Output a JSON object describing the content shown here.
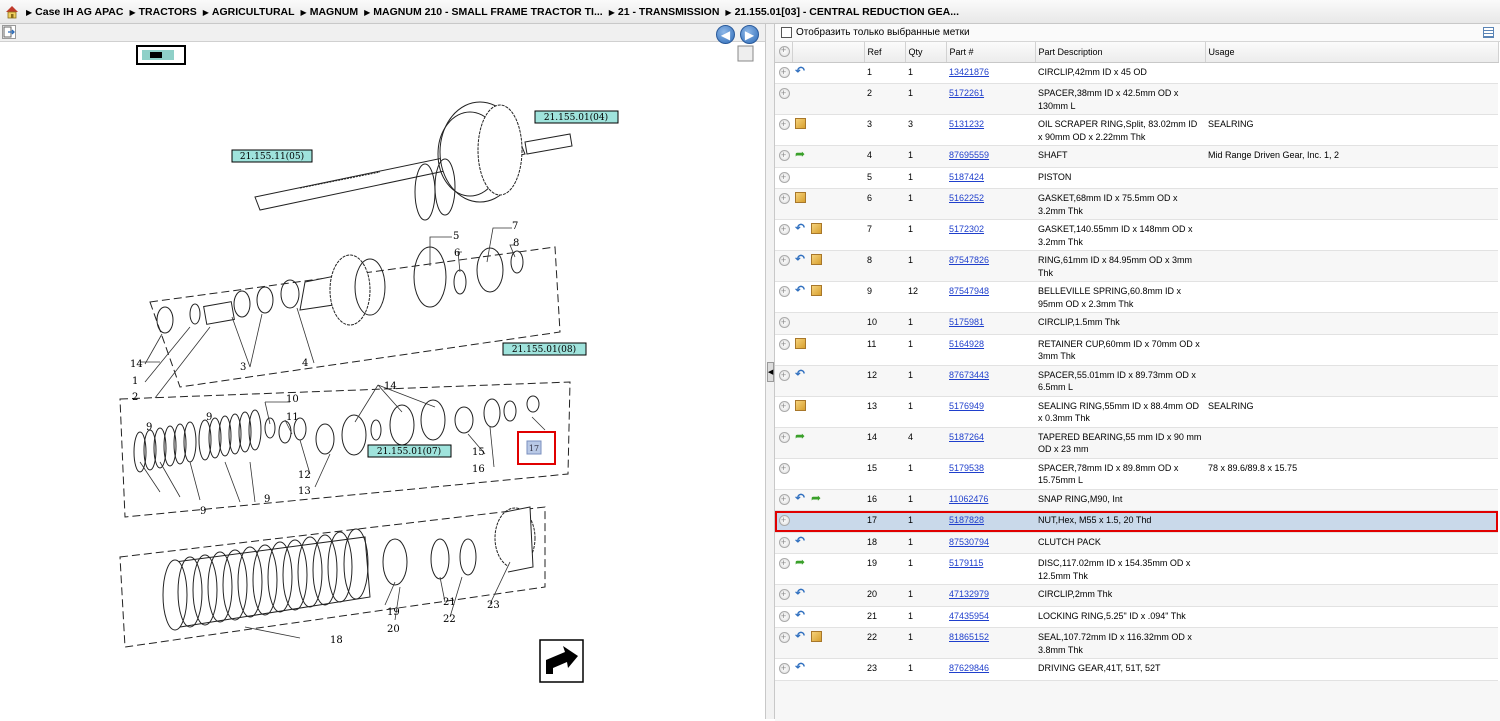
{
  "breadcrumb": {
    "items": [
      "Case IH AG APAC",
      "TRACTORS",
      "AGRICULTURAL",
      "MAGNUM",
      "MAGNUM 210 - SMALL FRAME TRACTOR TI...",
      "21 - TRANSMISSION",
      "21.155.01[03] - CENTRAL REDUCTION GEA..."
    ]
  },
  "left_toolbar": {
    "prev": "◀",
    "next": "▶"
  },
  "diagram": {
    "callouts": {
      "c04": "21.155.01(04)",
      "c05": "21.155.11(05)",
      "c08": "21.155.01(08)",
      "c07": "21.155.01(07)"
    },
    "refs": [
      "1",
      "2",
      "3",
      "4",
      "5",
      "6",
      "7",
      "8",
      "9",
      "10",
      "11",
      "12",
      "13",
      "14",
      "15",
      "16",
      "17",
      "18",
      "19",
      "20",
      "21",
      "22",
      "23"
    ],
    "selected_ref": "17"
  },
  "filter": {
    "label": "Отобразить только выбранные метки"
  },
  "table": {
    "headers": {
      "ref": "Ref",
      "qty": "Qty",
      "part": "Part #",
      "desc": "Part Description",
      "usage": "Usage"
    },
    "rows": [
      {
        "icons": [
          "back"
        ],
        "ref": "1",
        "qty": "1",
        "part": "13421876",
        "desc": "CIRCLIP,42mm ID x 45 OD",
        "usage": ""
      },
      {
        "icons": [],
        "ref": "2",
        "qty": "1",
        "part": "5172261",
        "desc": "SPACER,38mm ID x 42.5mm OD x 130mm L",
        "usage": ""
      },
      {
        "icons": [
          "box"
        ],
        "ref": "3",
        "qty": "3",
        "part": "5131232",
        "desc": "OIL SCRAPER RING,Split, 83.02mm ID x 90mm OD x 2.22mm Thk",
        "usage": "SEALRING"
      },
      {
        "icons": [
          "fwd"
        ],
        "ref": "4",
        "qty": "1",
        "part": "87695559",
        "desc": "SHAFT",
        "usage": "Mid Range Driven Gear, Inc. 1, 2"
      },
      {
        "icons": [],
        "ref": "5",
        "qty": "1",
        "part": "5187424",
        "desc": "PISTON",
        "usage": ""
      },
      {
        "icons": [
          "box"
        ],
        "ref": "6",
        "qty": "1",
        "part": "5162252",
        "desc": "GASKET,68mm ID x 75.5mm OD x 3.2mm Thk",
        "usage": ""
      },
      {
        "icons": [
          "back",
          "box"
        ],
        "ref": "7",
        "qty": "1",
        "part": "5172302",
        "desc": "GASKET,140.55mm ID x 148mm OD x 3.2mm Thk",
        "usage": ""
      },
      {
        "icons": [
          "back",
          "box"
        ],
        "ref": "8",
        "qty": "1",
        "part": "87547826",
        "desc": "RING,61mm ID x 84.95mm OD x 3mm Thk",
        "usage": ""
      },
      {
        "icons": [
          "back",
          "box"
        ],
        "ref": "9",
        "qty": "12",
        "part": "87547948",
        "desc": "BELLEVILLE SPRING,60.8mm ID x 95mm OD x 2.3mm Thk",
        "usage": ""
      },
      {
        "icons": [],
        "ref": "10",
        "qty": "1",
        "part": "5175981",
        "desc": "CIRCLIP,1.5mm Thk",
        "usage": ""
      },
      {
        "icons": [
          "box"
        ],
        "ref": "11",
        "qty": "1",
        "part": "5164928",
        "desc": "RETAINER CUP,60mm ID x 70mm OD x 3mm Thk",
        "usage": ""
      },
      {
        "icons": [
          "back"
        ],
        "ref": "12",
        "qty": "1",
        "part": "87673443",
        "desc": "SPACER,55.01mm ID x 89.73mm OD x 6.5mm L",
        "usage": ""
      },
      {
        "icons": [
          "box"
        ],
        "ref": "13",
        "qty": "1",
        "part": "5176949",
        "desc": "SEALING RING,55mm ID x 88.4mm OD x 0.3mm Thk",
        "usage": "SEALRING"
      },
      {
        "icons": [
          "fwd"
        ],
        "ref": "14",
        "qty": "4",
        "part": "5187264",
        "desc": "TAPERED BEARING,55 mm ID x 90 mm OD x 23 mm",
        "usage": ""
      },
      {
        "icons": [],
        "ref": "15",
        "qty": "1",
        "part": "5179538",
        "desc": "SPACER,78mm ID x 89.8mm OD x 15.75mm L",
        "usage": "78 x 89.6/89.8 x 15.75"
      },
      {
        "icons": [
          "back",
          "fwd"
        ],
        "ref": "16",
        "qty": "1",
        "part": "11062476",
        "desc": "SNAP RING,M90, Int",
        "usage": ""
      },
      {
        "icons": [],
        "ref": "17",
        "qty": "1",
        "part": "5187828",
        "desc": "NUT,Hex, M55 x 1.5, 20 Thd",
        "usage": "",
        "selected": true
      },
      {
        "icons": [
          "back"
        ],
        "ref": "18",
        "qty": "1",
        "part": "87530794",
        "desc": "CLUTCH PACK",
        "usage": ""
      },
      {
        "icons": [
          "fwd"
        ],
        "ref": "19",
        "qty": "1",
        "part": "5179115",
        "desc": "DISC,117.02mm ID x 154.35mm OD x 12.5mm Thk",
        "usage": ""
      },
      {
        "icons": [
          "back"
        ],
        "ref": "20",
        "qty": "1",
        "part": "47132979",
        "desc": "CIRCLIP,2mm Thk",
        "usage": ""
      },
      {
        "icons": [
          "back"
        ],
        "ref": "21",
        "qty": "1",
        "part": "47435954",
        "desc": "LOCKING RING,5.25\" ID x .094\" Thk",
        "usage": ""
      },
      {
        "icons": [
          "back",
          "box"
        ],
        "ref": "22",
        "qty": "1",
        "part": "81865152",
        "desc": "SEAL,107.72mm ID x 116.32mm OD x 3.8mm Thk",
        "usage": ""
      },
      {
        "icons": [
          "back"
        ],
        "ref": "23",
        "qty": "1",
        "part": "87629846",
        "desc": "DRIVING GEAR,41T, 51T, 52T",
        "usage": ""
      }
    ]
  },
  "colors": {
    "selection_outline": "#e00000",
    "selection_fill": "#c9d9ea",
    "link": "#1f3fcc",
    "callout_fill": "#9fe3dc"
  }
}
